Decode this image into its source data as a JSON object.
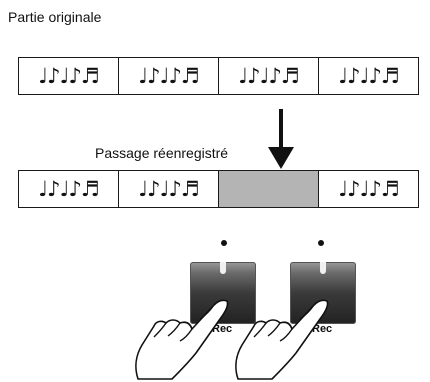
{
  "labels": {
    "original_part": "Partie originale",
    "rerecorded_passage": "Passage réenregistré"
  },
  "original_track": {
    "segments": [
      "♩♪♩♪♬",
      "♩♪♩♪♬",
      "♩♪♩♪♬",
      "♩♪♩♪♬"
    ]
  },
  "rerecorded_track": {
    "segments": [
      "♩♪♩♪♬",
      "♩♪♩♪♬",
      "",
      "♩♪♩♪♬"
    ]
  },
  "buttons": {
    "rec_in_label": "Rec",
    "rec_out_label": "Rec"
  },
  "colors": {
    "gap_fill": "#b4b4b4",
    "button_dark": "#2a2a2a",
    "line": "#1a1a1a"
  },
  "icons": [
    "arrow-down-icon",
    "hand-pointer-icon"
  ]
}
